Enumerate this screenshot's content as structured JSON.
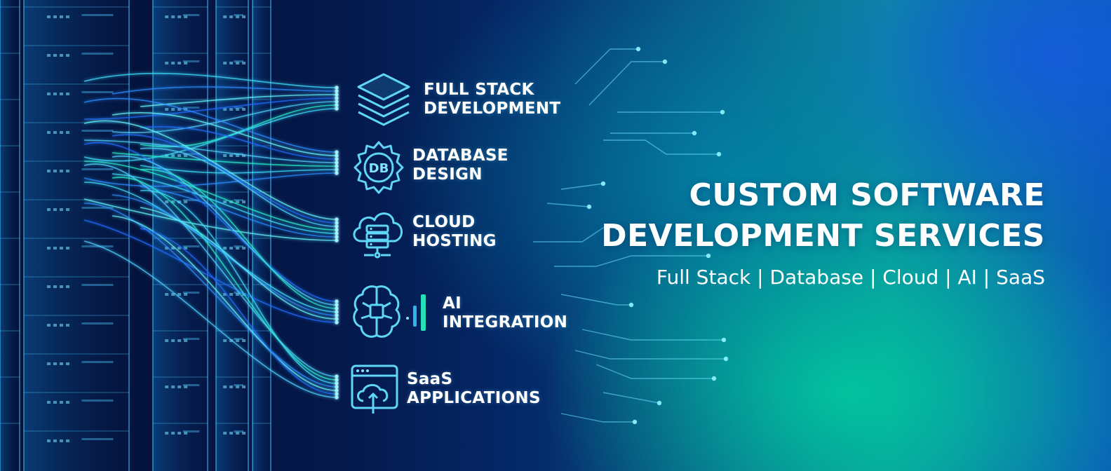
{
  "headline": {
    "line1": "CUSTOM SOFTWARE",
    "line2": "DEVELOPMENT SERVICES",
    "tagline": "Full Stack | Database | Cloud | AI | SaaS"
  },
  "services": [
    {
      "icon": "layers-icon",
      "line1": "FULL STACK",
      "line2": "DEVELOPMENT"
    },
    {
      "icon": "database-gear-icon",
      "icon_text": "DB",
      "line1": "DATABASE",
      "line2": "DESIGN"
    },
    {
      "icon": "cloud-server-icon",
      "line1": "CLOUD",
      "line2": "HOSTING"
    },
    {
      "icon": "ai-brain-icon",
      "line1": "AI",
      "line2": "INTEGRATION"
    },
    {
      "icon": "saas-browser-icon",
      "line1": "SaaS",
      "line2": "APPLICATIONS"
    }
  ],
  "colors": {
    "accent_cyan": "#3fe0ff",
    "icon_stroke": "#5fd6f5",
    "navy": "#03113a",
    "teal": "#00c9a0",
    "text": "#ffffff"
  }
}
